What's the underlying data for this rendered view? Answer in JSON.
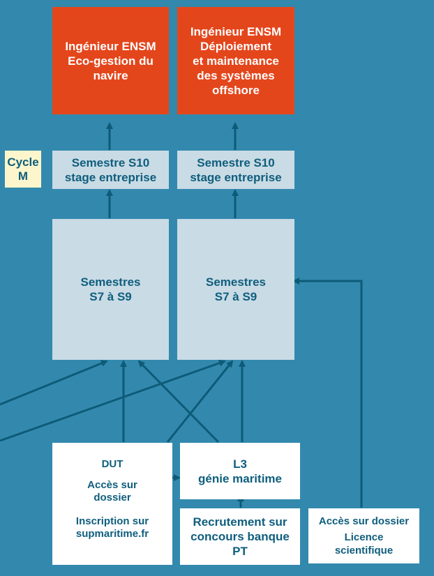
{
  "cycle_label": {
    "line1": "Cycle",
    "line2": "M"
  },
  "outcomes": [
    {
      "lines": [
        "Ingénieur ENSM",
        "Eco-gestion du",
        "navire"
      ]
    },
    {
      "lines": [
        "Ingénieur ENSM",
        "Déploiement",
        "et maintenance",
        "des systèmes",
        "offshore"
      ]
    }
  ],
  "s10": [
    {
      "line1": "Semestre S10",
      "line2": "stage entreprise"
    },
    {
      "line1": "Semestre S10",
      "line2": "stage entreprise"
    }
  ],
  "s7_9": [
    {
      "line1": "Semestres",
      "line2": "S7 à S9"
    },
    {
      "line1": "Semestres",
      "line2": "S7 à S9"
    }
  ],
  "dut": {
    "title": "DUT",
    "access_line1": "Accès sur",
    "access_line2": "dossier",
    "inscription_line1": "Inscription sur",
    "inscription_line2": "supmaritime.fr"
  },
  "l3": {
    "line1": "L3",
    "line2": "génie maritime"
  },
  "concours": {
    "line1": "Recrutement sur",
    "line2": "concours banque",
    "line3": "PT"
  },
  "licence": {
    "line1": "Accès sur dossier",
    "line2": "Licence",
    "line3": "scientifique"
  },
  "colors": {
    "background": "#3389ad",
    "outcome_box": "#e4461c",
    "semester_box": "#c9dbe5",
    "entry_box": "#ffffff",
    "cycle_badge": "#fdf6cc",
    "text_dark": "#0f5e7d",
    "arrow": "#0d5b78"
  }
}
